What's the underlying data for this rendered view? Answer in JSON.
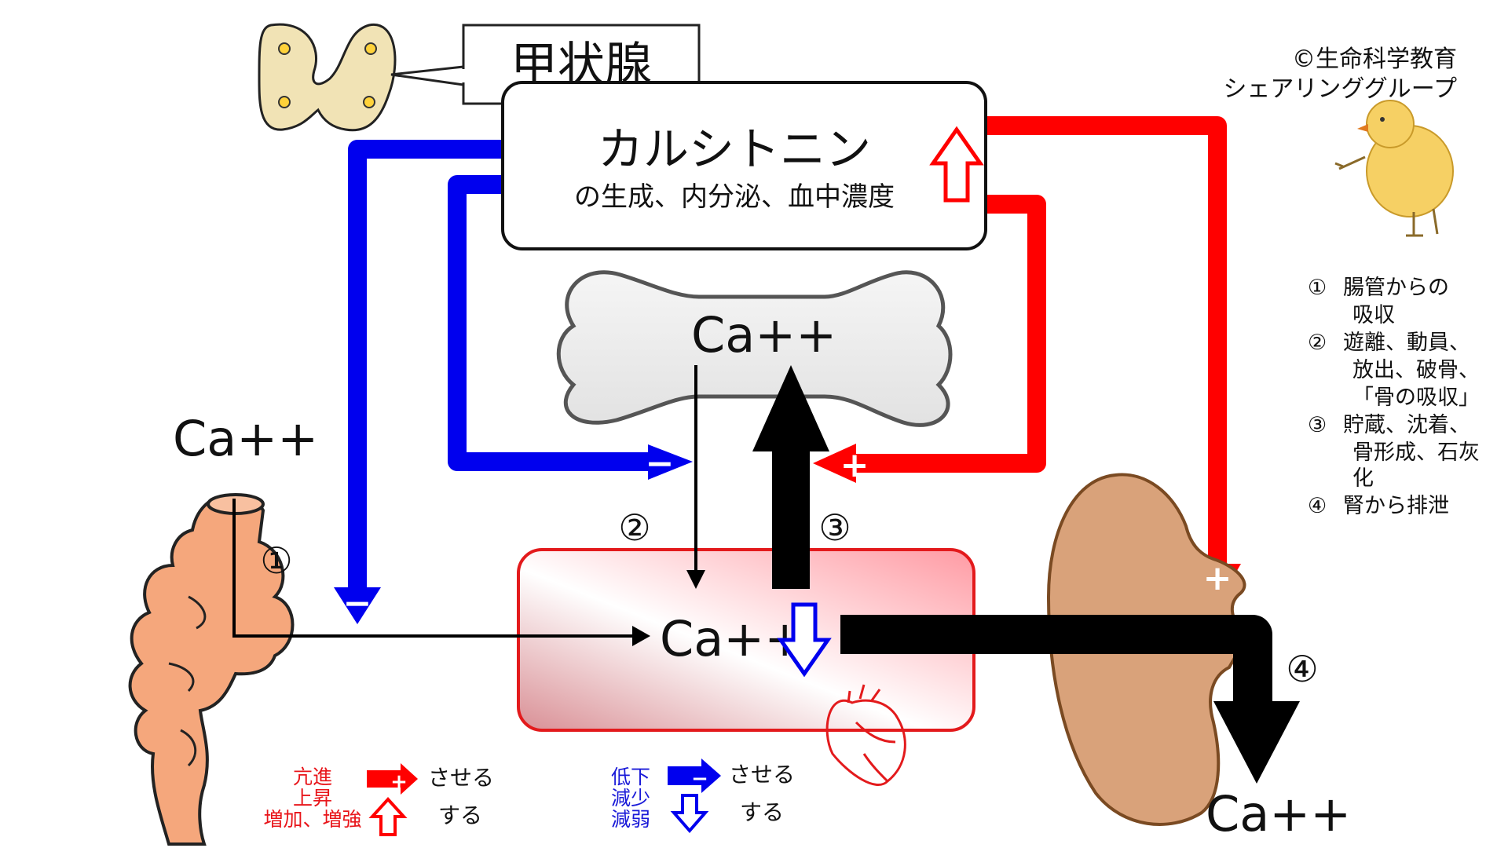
{
  "colors": {
    "increase": "#ff0000",
    "decrease": "#0000ee",
    "main_arrow": "#000000",
    "blood_box_border": "#e31a1c",
    "thyroid": "#f1e3b5",
    "kidney": "#d9a27a",
    "intestine": "#f5a77c"
  },
  "thyroid": {
    "label": "甲状腺",
    "icon": "thyroid-gland-icon"
  },
  "hormone": {
    "title": "カルシトニン",
    "subtitle": "の生成、内分泌、血中濃度",
    "trend_icon": "up-arrow-outline-icon"
  },
  "copyright": {
    "line1": "©生命科学教育",
    "line2": "シェアリンググループ",
    "icon": "chick-drawing-icon"
  },
  "ions": {
    "bone": "Ca++",
    "intestine": "Ca++",
    "blood": "Ca++",
    "kidney": "Ca++"
  },
  "step_markers": {
    "m1": "①",
    "m2": "②",
    "m3": "③",
    "m4": "④"
  },
  "arrow_signs": {
    "inhibit": "−",
    "promote": "+"
  },
  "legend_steps": [
    {
      "num": "①",
      "lines": [
        "腸管からの",
        "吸収"
      ]
    },
    {
      "num": "②",
      "lines": [
        "遊離、動員、",
        "放出、破骨、",
        "「骨の吸収」"
      ]
    },
    {
      "num": "③",
      "lines": [
        "貯蔵、沈着、",
        "骨形成、石灰",
        "化"
      ]
    },
    {
      "num": "④",
      "lines": [
        "腎から排泄"
      ]
    }
  ],
  "key": {
    "red_words": [
      "亢進",
      "上昇",
      "増加、増強"
    ],
    "blue_words": [
      "低下",
      "減少",
      "減弱"
    ],
    "causes": "させる",
    "does": "する"
  }
}
